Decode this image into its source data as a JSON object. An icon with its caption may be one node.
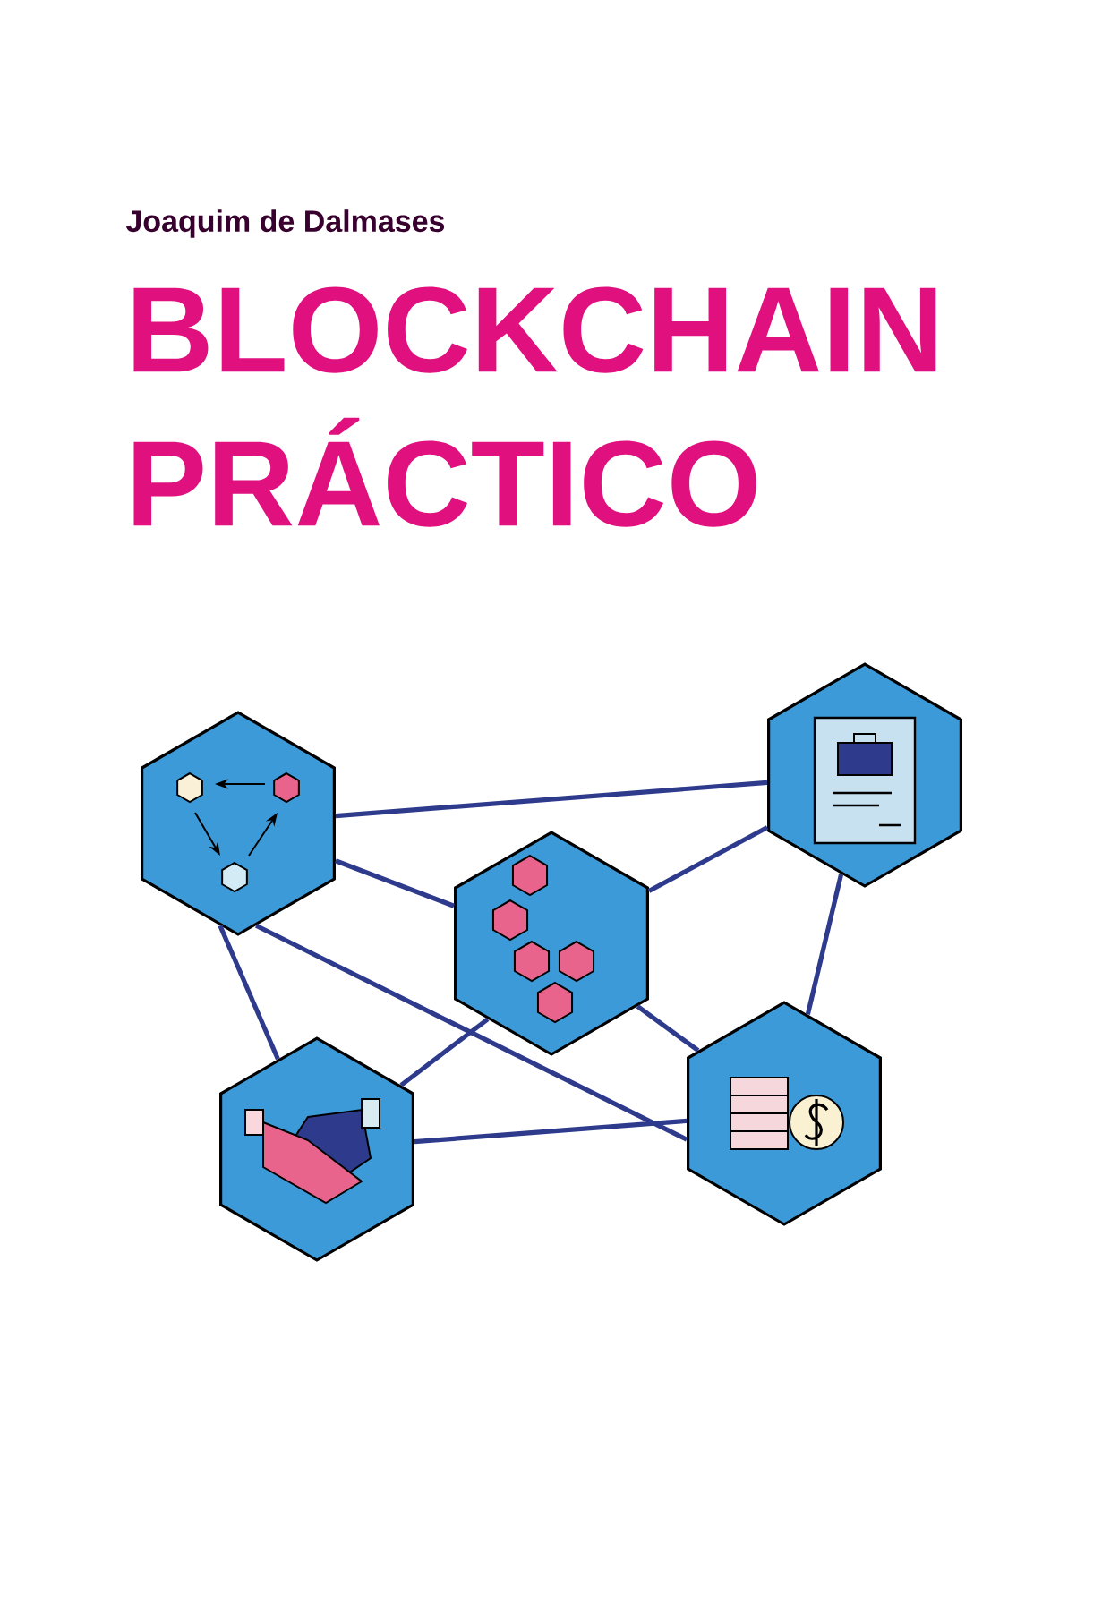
{
  "diagram": {
    "title": "BLOCKCHAIN PRÁCTICO",
    "nodes": [
      {
        "text": [],
        "shape": "hexagon"
      },
      {
        "text": [],
        "shape": "hexagon"
      },
      {
        "text": [],
        "shape": "hexagon"
      },
      {
        "text": [],
        "shape": "hexagon"
      },
      {
        "text": [],
        "shape": "hexagon"
      }
    ],
    "edges": [
      {
        "from": 0,
        "to": 1,
        "arrow": "none"
      },
      {
        "from": 0,
        "to": 2,
        "arrow": "none"
      },
      {
        "from": 0,
        "to": 3,
        "arrow": "none"
      },
      {
        "from": 0,
        "to": 4,
        "arrow": "none"
      },
      {
        "from": 2,
        "to": 1,
        "arrow": "none"
      },
      {
        "from": 2,
        "to": 3,
        "arrow": "none"
      },
      {
        "from": 2,
        "to": 4,
        "arrow": "none"
      },
      {
        "from": 1,
        "to": 4,
        "arrow": "none"
      },
      {
        "from": 3,
        "to": 4,
        "arrow": "none"
      }
    ],
    "labels": [
      "Joaquim de Dalmases"
    ]
  }
}
